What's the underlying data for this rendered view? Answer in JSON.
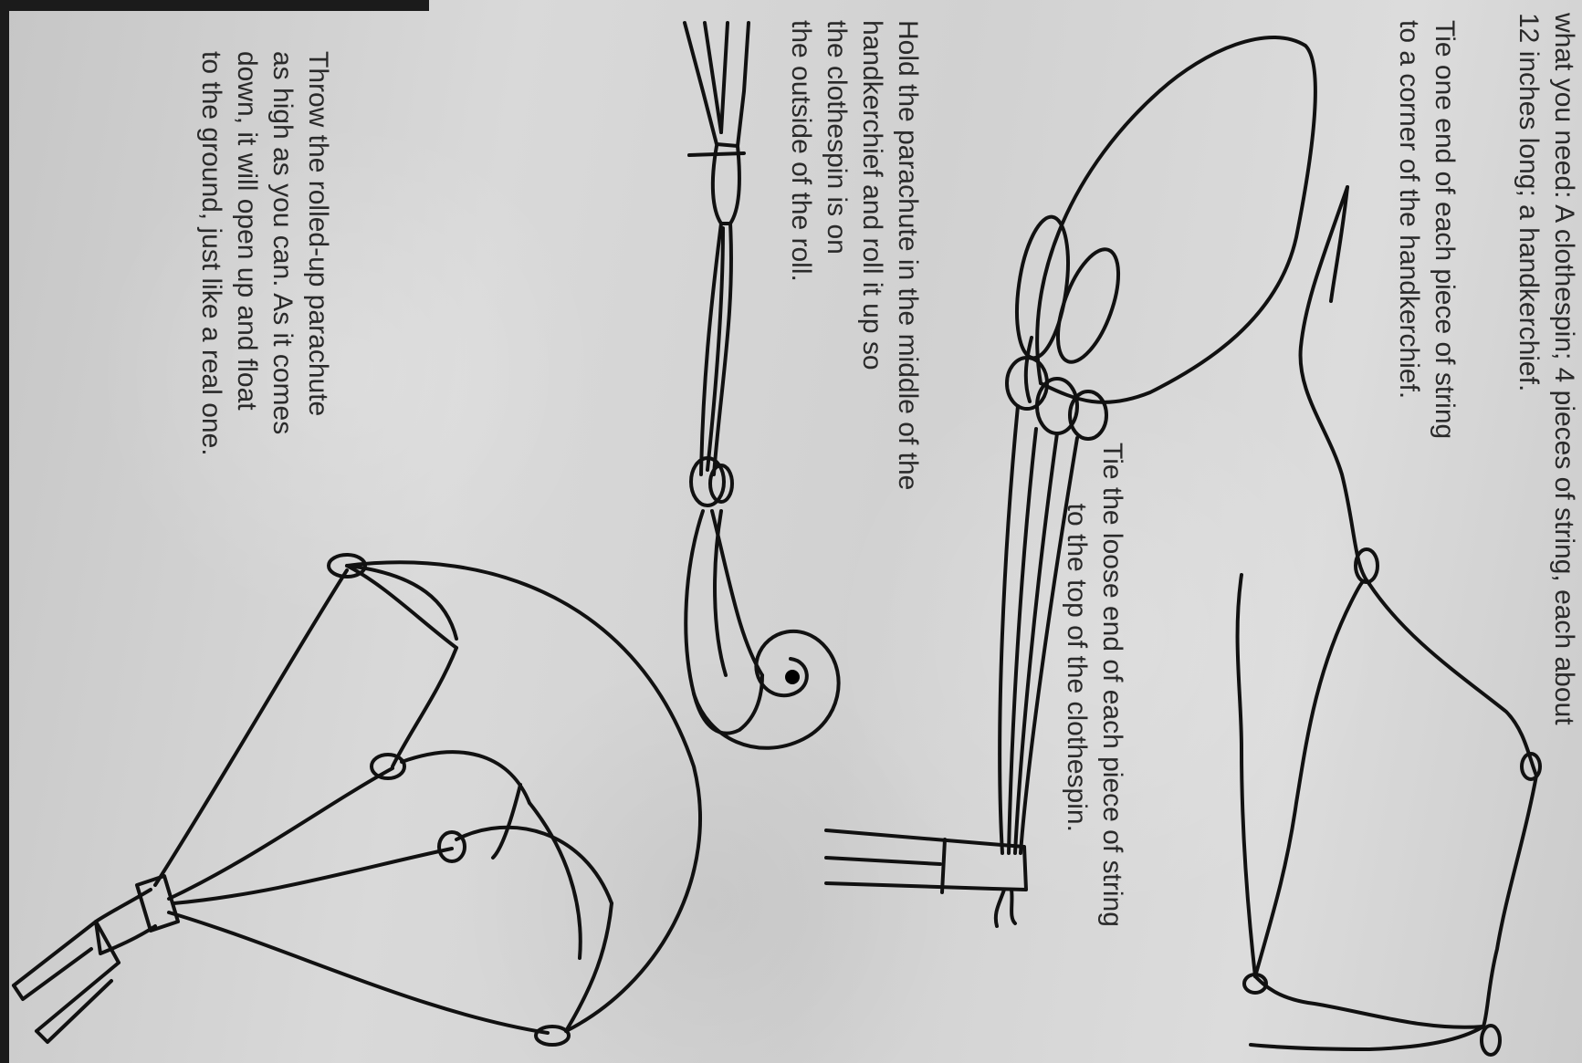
{
  "instructions": {
    "materials": "what you need: A clothespin; 4 pieces of string, each about\n12 inches long; a handkerchief.",
    "step1": "Tie one end of each piece of string\nto a corner of the handkerchief.",
    "step2": "Tie the loose end of each piece of string\n        to the top of the clothespin.",
    "step3": "Hold the parachute in the middle of the\nhandkerchief and roll it up so\nthe clothespin is on\nthe outside of the roll.",
    "step4": "Throw the rolled-up parachute\nas high as you can. As it comes\ndown, it will open up and float\nto the ground, just like a real one."
  }
}
